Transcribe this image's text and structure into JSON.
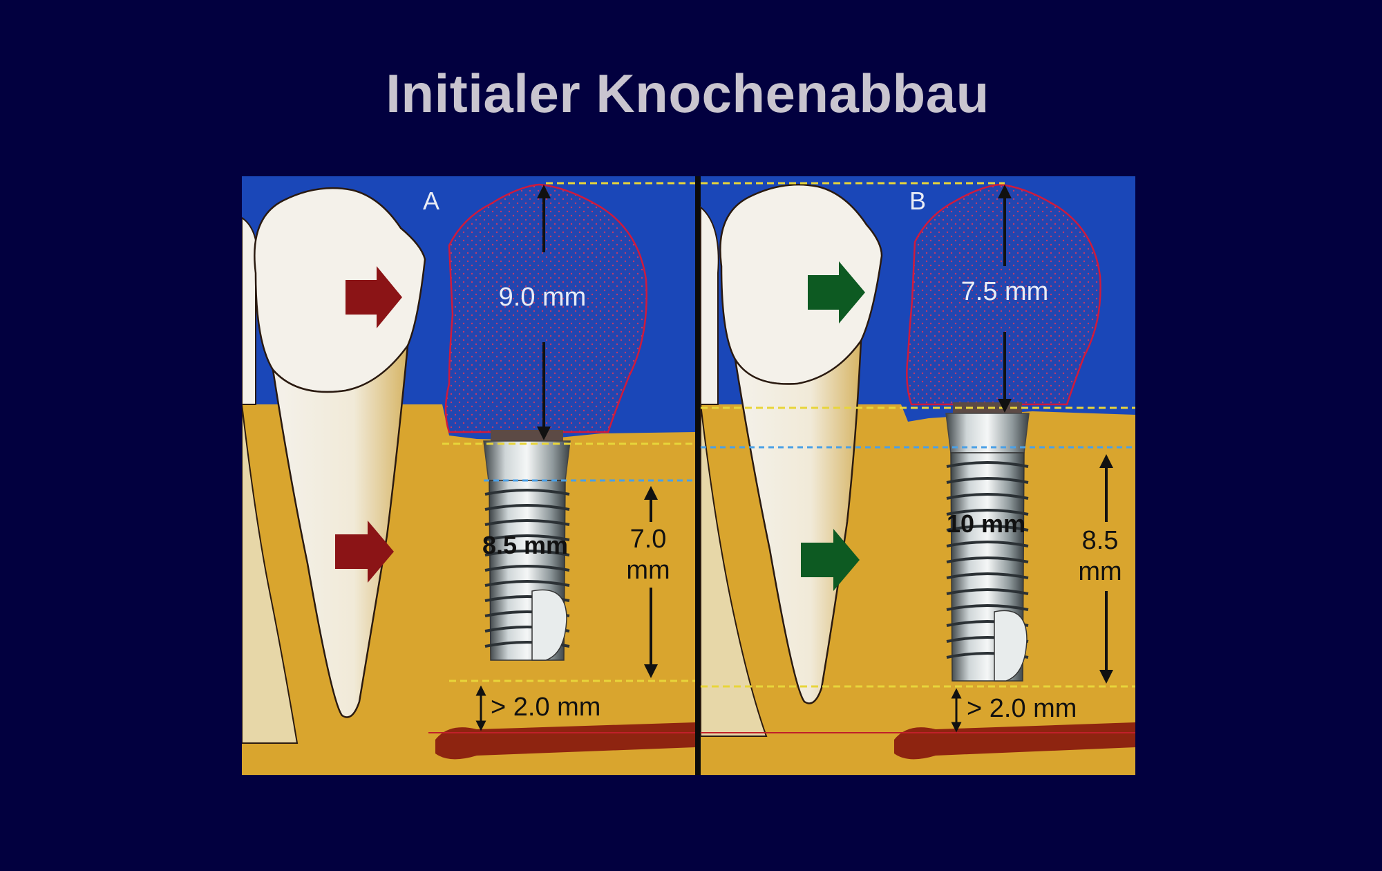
{
  "title": "Initialer Knochenabbau",
  "panels": [
    {
      "letter": "A",
      "crown_height": "9.0 mm",
      "implant_length": "8.5 mm",
      "bone_height_value": "7.0",
      "bone_height_unit": "mm",
      "safety_distance": "> 2.0 mm",
      "arrow_color": "#8b1416"
    },
    {
      "letter": "B",
      "crown_height": "7.5 mm",
      "implant_length": "10 mm",
      "bone_height_value": "8.5",
      "bone_height_unit": "mm",
      "safety_distance": "> 2.0 mm",
      "arrow_color": "#0d5a22"
    }
  ],
  "colors": {
    "background": "#02003f",
    "title": "#c9c5cf",
    "sky": "#1a47b8",
    "bone": "#d9a52e",
    "tooth": "#f4f1ea",
    "crown_outline": "#d01a3c",
    "guide_yellow": "#e8d53a",
    "guide_blue": "#4aa0e6",
    "nerve": "#8e2410"
  }
}
